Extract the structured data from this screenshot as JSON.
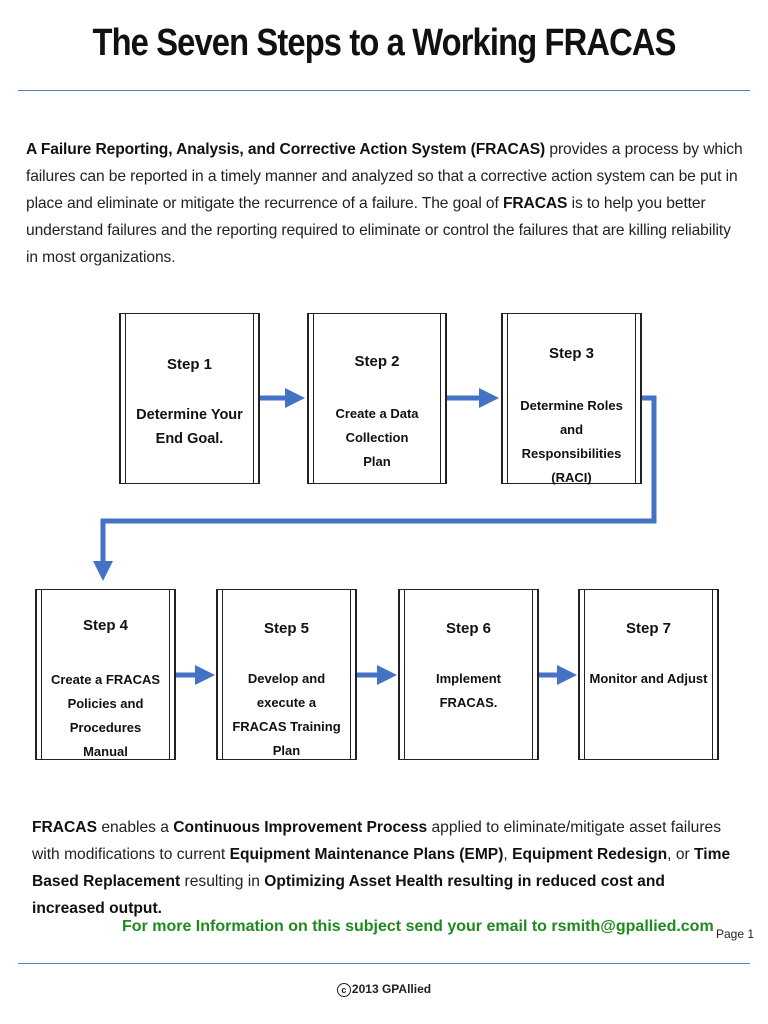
{
  "title": "The Seven Steps to a Working FRACAS",
  "intro": {
    "p1_bold": "A Failure Reporting, Analysis, and Corrective Action System (FRACAS)",
    "p1_rest": " provides a process by which failures can be reported in a timely manner and analyzed so that a corrective action system can be put in place and eliminate or mitigate the recurrence of a failure. The goal of ",
    "p1_bold2": "FRACAS",
    "p1_end": " is to help you better understand failures and the reporting required to eliminate or control the failures that are killing reliability in most organizations."
  },
  "steps": [
    {
      "label": "Step 1",
      "desc": [
        "Determine Your",
        "End Goal."
      ]
    },
    {
      "label": "Step 2",
      "desc": [
        "Create a Data Collection",
        "Plan"
      ]
    },
    {
      "label": "Step 3",
      "desc": [
        "Determine Roles and",
        "Responsibilities",
        "(RACI)"
      ]
    },
    {
      "label": "Step 4",
      "desc": [
        "Create a FRACAS",
        "Policies and Procedures",
        "Manual"
      ]
    },
    {
      "label": "Step 5",
      "desc": [
        "Develop and execute a",
        "FRACAS Training Plan"
      ]
    },
    {
      "label": "Step 6",
      "desc": [
        "Implement FRACAS."
      ]
    },
    {
      "label": "Step 7",
      "desc": [
        "Monitor and Adjust"
      ]
    }
  ],
  "outro": {
    "b1": "FRACAS",
    "t1": " enables a ",
    "b2": "Continuous Improvement Process",
    "t2": " applied to eliminate/mitigate asset failures with modifications to current ",
    "b3": "Equipment Maintenance Plans (EMP)",
    "t3": ", ",
    "b4": "Equipment Redesign",
    "t4": ", or ",
    "b5": "Time Based Replacement",
    "t5": " resulting in ",
    "b6": "Optimizing Asset Health resulting in reduced cost and increased output."
  },
  "contact": "For more Information on this subject send your email to rsmith@gpallied.com",
  "page": "Page 1",
  "copyright": "2013 GPAllied",
  "copyright_symbol": "c",
  "colors": {
    "arrow": "#4472c4",
    "rule": "#5b7fb3",
    "contact": "#1e8a1e"
  }
}
